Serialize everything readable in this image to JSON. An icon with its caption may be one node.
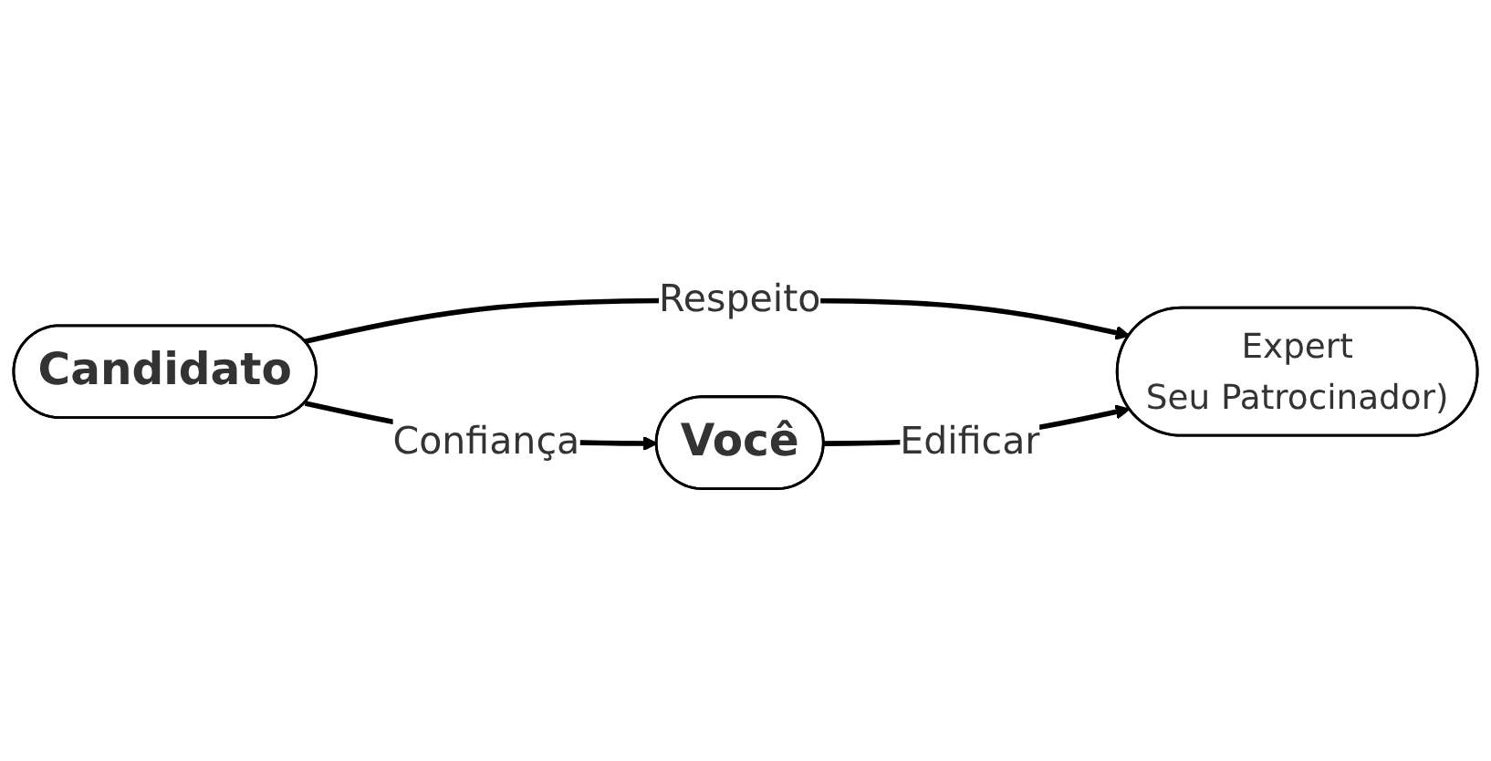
{
  "diagram": {
    "nodes": [
      {
        "text": [
          "Candidato"
        ]
      },
      {
        "text": [
          "Expert",
          "Seu Patrocinador)"
        ]
      },
      {
        "text": [
          "Você"
        ]
      }
    ],
    "edges": [
      {
        "from": 0,
        "to": 1,
        "arrow": "to",
        "label": "Respeito"
      },
      {
        "from": 0,
        "to": 2,
        "arrow": "to",
        "label": "Confiança"
      },
      {
        "from": 2,
        "to": 1,
        "arrow": "to",
        "label": "Edificar"
      }
    ]
  }
}
